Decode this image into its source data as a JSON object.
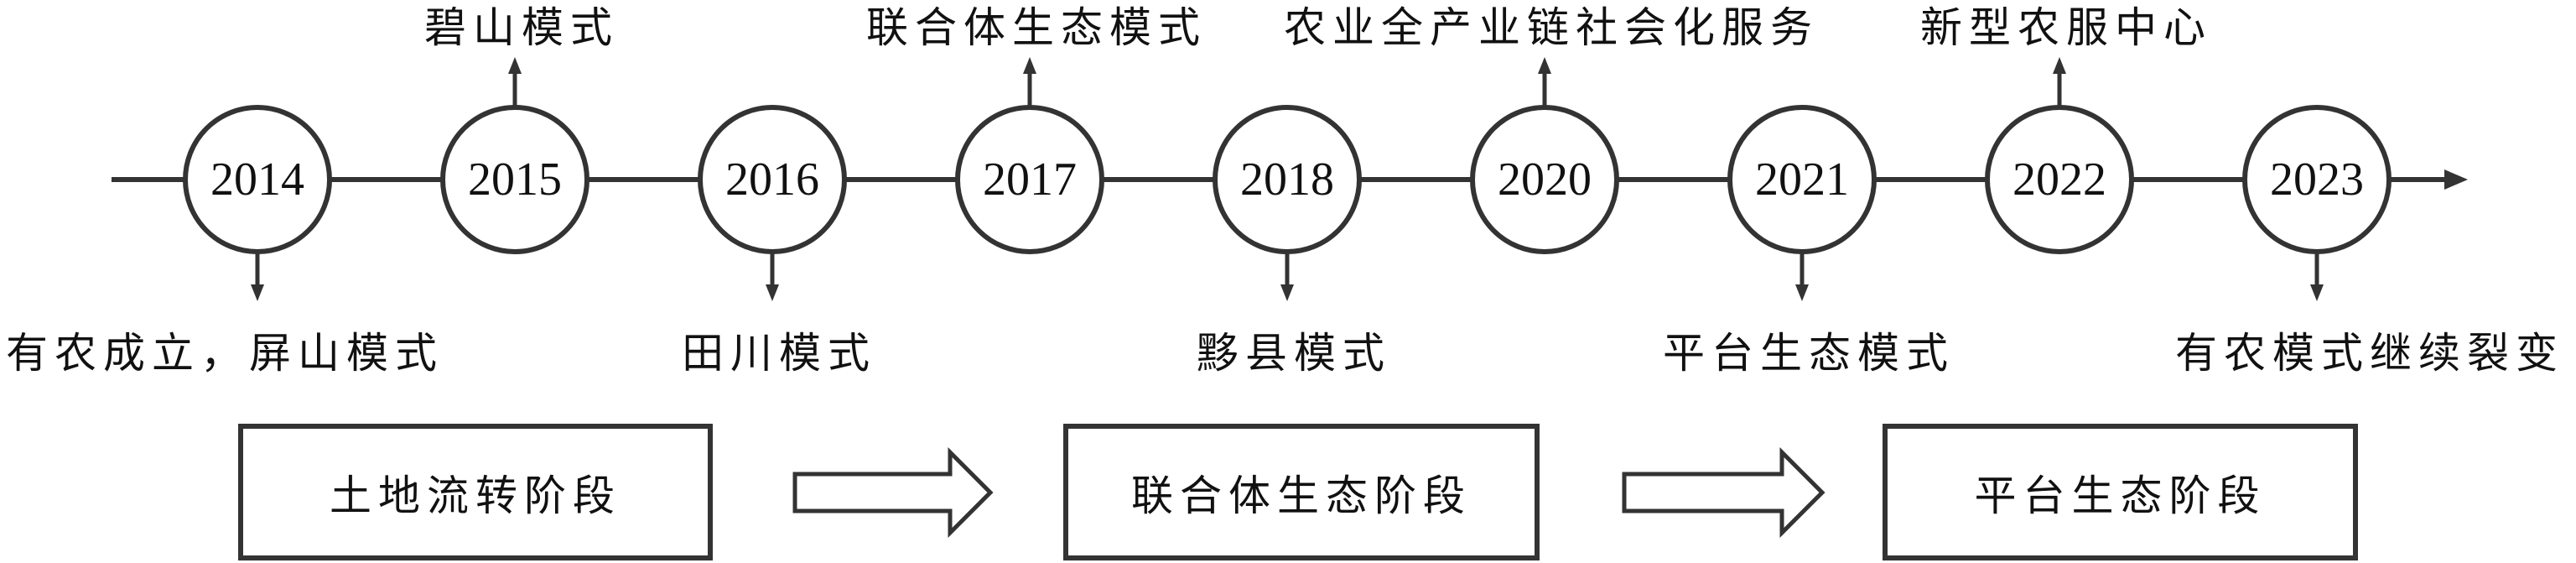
{
  "timeline": {
    "events": [
      {
        "year": "2014",
        "label": "有农成立，屏山模式",
        "direction": "down"
      },
      {
        "year": "2015",
        "label": "碧山模式",
        "direction": "up"
      },
      {
        "year": "2016",
        "label": "田川模式",
        "direction": "down"
      },
      {
        "year": "2017",
        "label": "联合体生态模式",
        "direction": "up"
      },
      {
        "year": "2018",
        "label": "黟县模式",
        "direction": "down"
      },
      {
        "year": "2020",
        "label": "农业全产业链社会化服务",
        "direction": "up"
      },
      {
        "year": "2021",
        "label": "平台生态模式",
        "direction": "down"
      },
      {
        "year": "2022",
        "label": "新型农服中心",
        "direction": "up"
      },
      {
        "year": "2023",
        "label": "有农模式继续裂变",
        "direction": "down"
      }
    ]
  },
  "stages": [
    {
      "label": "土地流转阶段"
    },
    {
      "label": "联合体生态阶段"
    },
    {
      "label": "平台生态阶段"
    }
  ],
  "colors": {
    "line": "#333333",
    "text": "#111111"
  }
}
